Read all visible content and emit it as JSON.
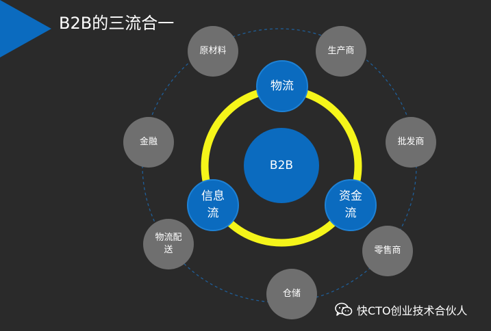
{
  "title": "B2B的三流合一",
  "center": {
    "label": "B2B"
  },
  "inner_nodes": [
    {
      "id": "logistics",
      "label": "物流"
    },
    {
      "id": "information",
      "label": "信息\n流"
    },
    {
      "id": "capital",
      "label": "资金\n流"
    }
  ],
  "outer_nodes": [
    {
      "id": "raw-materials",
      "label": "原材料"
    },
    {
      "id": "producer",
      "label": "生产商"
    },
    {
      "id": "wholesaler",
      "label": "批发商"
    },
    {
      "id": "retailer",
      "label": "零售商"
    },
    {
      "id": "warehouse",
      "label": "仓储"
    },
    {
      "id": "delivery",
      "label": "物流配\n送"
    },
    {
      "id": "finance",
      "label": "金融"
    }
  ],
  "footer": {
    "text": "快CTO创业技术合伙人",
    "icon": "wechat-icon"
  },
  "colors": {
    "background": "#2a2a2a",
    "accent_blue": "#0b6bbf",
    "ring_yellow": "#f5f51a",
    "outer_gray": "#6f6f6f",
    "dashed_orbit": "#1f5f9a"
  }
}
